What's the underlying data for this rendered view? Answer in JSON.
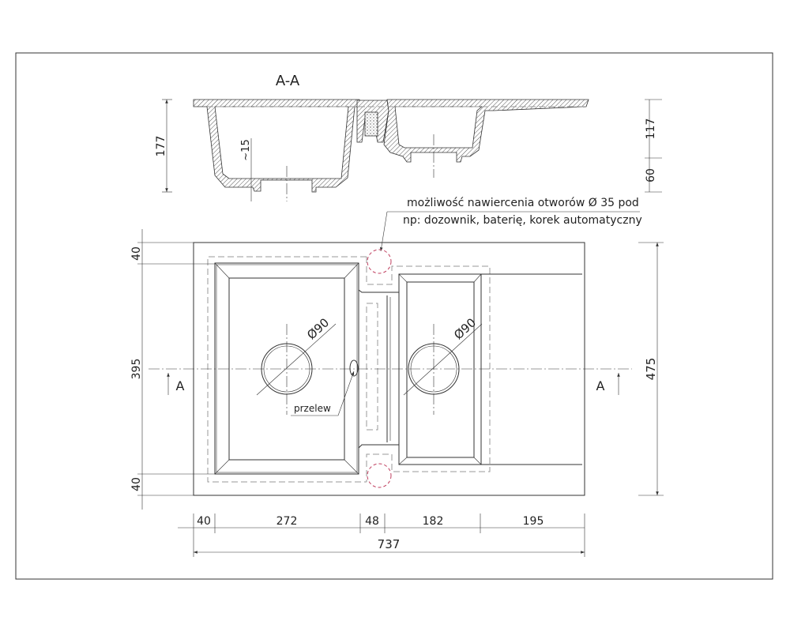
{
  "section": {
    "title": "A-A",
    "dim_total_depth": "177",
    "dim_small_bowl_depth": "117",
    "dim_offset": "60",
    "dim_wall": "~15"
  },
  "note": {
    "line1": "możliwość nawiercenia otworów Ø 35 pod",
    "line2": "np:  dozownik, baterię, korek automatyczny"
  },
  "plan": {
    "drain_left": "Ø90",
    "drain_right": "Ø90",
    "overflow_label": "przelew",
    "section_marker_left": "A",
    "section_marker_right": "A",
    "left_dims": {
      "top": "40",
      "middle": "395",
      "bottom": "40"
    },
    "right_dim": "475",
    "bottom_dims": [
      "40",
      "272",
      "48",
      "182",
      "195"
    ],
    "total_width": "737"
  },
  "colors": {
    "line": "#333333",
    "hidden": "#999999",
    "hole": "#c04060"
  }
}
